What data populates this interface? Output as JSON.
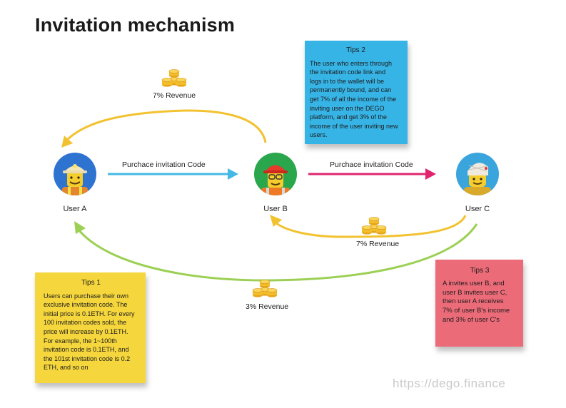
{
  "title": "Invitation mechanism",
  "users": {
    "a": "User A",
    "b": "User B",
    "c": "User C"
  },
  "arrows": {
    "a_to_b": "Purchace invitation Code",
    "b_to_c": "Purchace invitation Code",
    "revenue_top": "7% Revenue",
    "revenue_c_to_b": "7% Revenue",
    "revenue_c_to_a": "3% Revenue"
  },
  "tips1": {
    "title": "Tips 1",
    "lines": [
      "Users can purchase their own",
      "exclusive invitation code. The",
      "initial price is 0.1ETH. For every",
      "100 invitation codes sold, the",
      "price will increase by 0.1ETH.",
      "For example, the 1~100th",
      "invitation code is 0.1ETH, and",
      "the 101st invitation code is 0.2",
      "ETH, and so on"
    ]
  },
  "tips2": {
    "title": "Tips 2",
    "lines": [
      "The user who enters through",
      "the invitation code link and",
      "logs in to the wallet will be",
      "permanently bound, and can",
      "get 7% of all the income of the",
      "inviting user on the DEGO",
      "platform, and get 3% of the",
      "income of the user inviting new",
      "users."
    ]
  },
  "tips3": {
    "title": "Tips 3",
    "lines": [
      "A invites user B, and",
      "user B invites user C,",
      "then user A receives",
      "7% of user B's income",
      "and 3% of user C's"
    ]
  },
  "watermark": "https://dego.finance",
  "colors": {
    "blue_arrow": "#45b9e6",
    "pink_arrow": "#e0246f",
    "yellow_arrow": "#f2c230",
    "green_arrow": "#9bd054",
    "user_a_bg": "#2f73d1",
    "user_b_bg": "#2aa64c",
    "user_c_bg": "#3aa4dc"
  },
  "icons": {
    "user_a": "lego-miner-avatar",
    "user_b": "lego-builder-avatar",
    "user_c": "lego-mummy-avatar",
    "revenue": "coin-stack-icon"
  }
}
